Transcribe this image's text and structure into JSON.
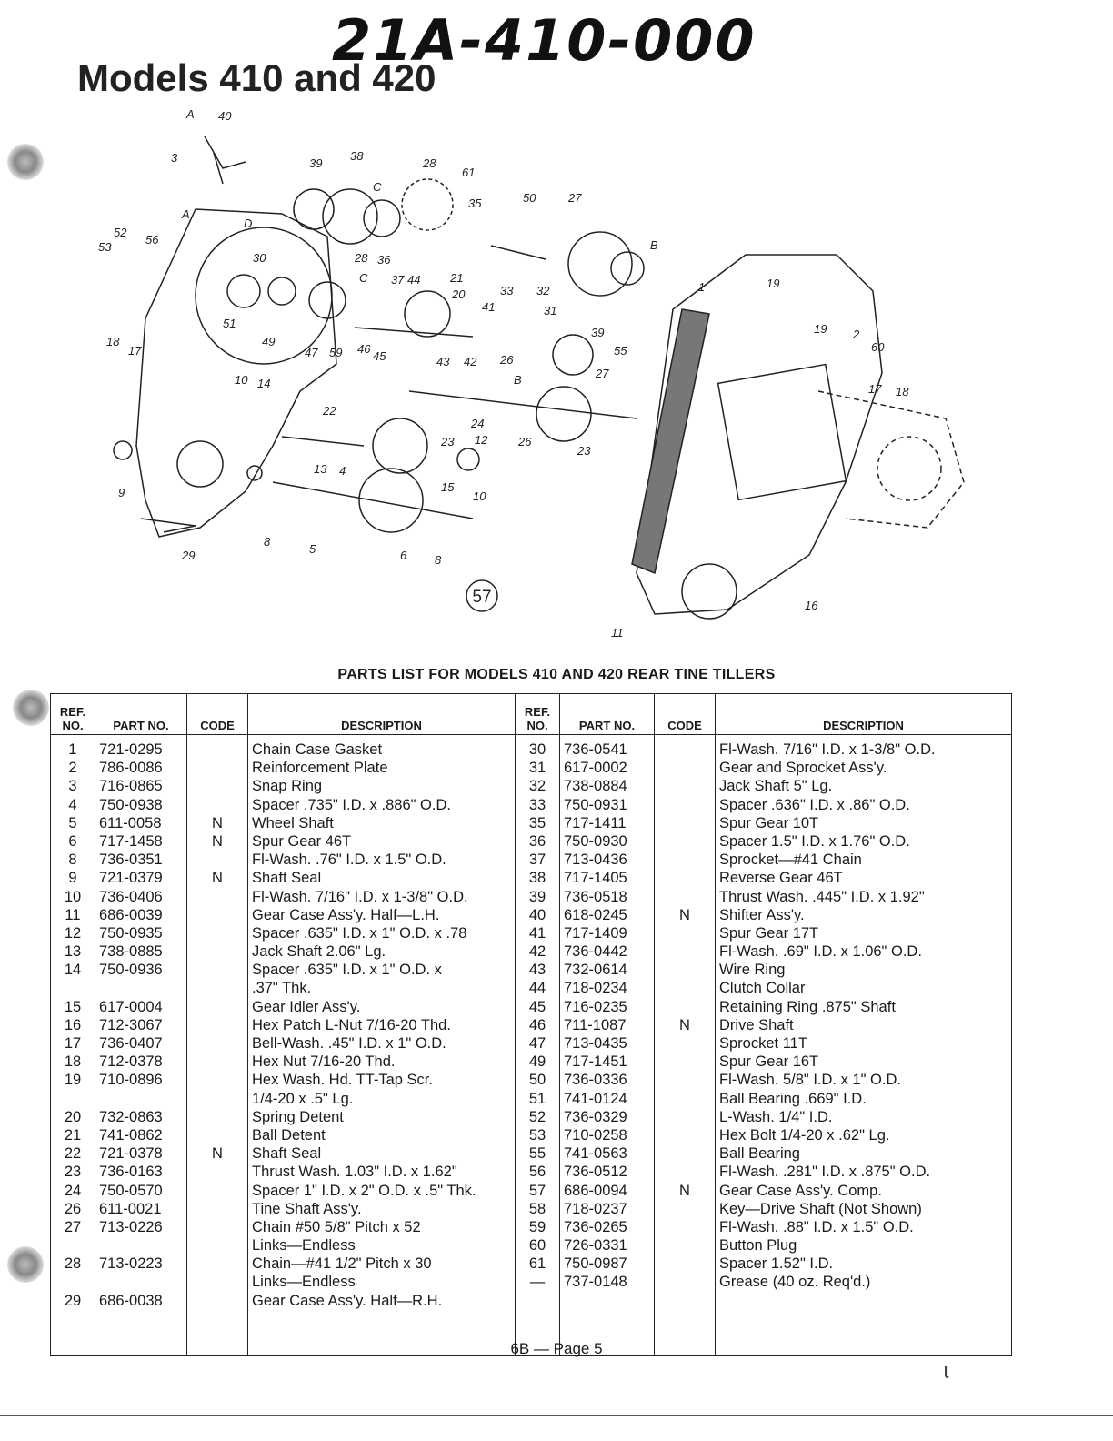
{
  "header": {
    "handwritten_number": "21A-410-000",
    "title": "Models 410 and 420"
  },
  "diagram": {
    "figure_number": "57",
    "callouts": [
      "A",
      "40",
      "3",
      "A",
      "39",
      "38",
      "C",
      "28",
      "61",
      "35",
      "50",
      "27",
      "B",
      "52",
      "56",
      "53",
      "D",
      "30",
      "28",
      "C",
      "36",
      "37",
      "44",
      "21",
      "20",
      "33",
      "32",
      "31",
      "19",
      "1",
      "2",
      "60",
      "19",
      "18",
      "17",
      "51",
      "49",
      "47",
      "59",
      "46",
      "45",
      "41",
      "42",
      "43",
      "39",
      "55",
      "26",
      "B",
      "27",
      "10",
      "14",
      "22",
      "24",
      "23",
      "12",
      "23",
      "26",
      "17",
      "18",
      "9",
      "13",
      "4",
      "15",
      "10",
      "29",
      "8",
      "5",
      "6",
      "8",
      "11",
      "16"
    ]
  },
  "parts_list": {
    "title": "PARTS LIST FOR MODELS 410 AND 420 REAR TINE TILLERS",
    "headers": {
      "ref": "REF. NO.",
      "part": "PART NO.",
      "code": "CODE",
      "desc": "DESCRIPTION"
    },
    "left": [
      {
        "ref": "1",
        "part": "721-0295",
        "code": "",
        "desc": [
          "Chain Case Gasket"
        ]
      },
      {
        "ref": "2",
        "part": "786-0086",
        "code": "",
        "desc": [
          "Reinforcement Plate"
        ]
      },
      {
        "ref": "3",
        "part": "716-0865",
        "code": "",
        "desc": [
          "Snap Ring"
        ]
      },
      {
        "ref": "4",
        "part": "750-0938",
        "code": "",
        "desc": [
          "Spacer .735\" I.D. x .886\" O.D."
        ]
      },
      {
        "ref": "5",
        "part": "611-0058",
        "code": "N",
        "desc": [
          "Wheel Shaft"
        ]
      },
      {
        "ref": "6",
        "part": "717-1458",
        "code": "N",
        "desc": [
          "Spur Gear 46T"
        ]
      },
      {
        "ref": "8",
        "part": "736-0351",
        "code": "",
        "desc": [
          "Fl-Wash. .76\" I.D. x 1.5\" O.D."
        ]
      },
      {
        "ref": "9",
        "part": "721-0379",
        "code": "N",
        "desc": [
          "Shaft Seal"
        ]
      },
      {
        "ref": "10",
        "part": "736-0406",
        "code": "",
        "desc": [
          "Fl-Wash. 7/16\" I.D. x 1-3/8\" O.D."
        ]
      },
      {
        "ref": "11",
        "part": "686-0039",
        "code": "",
        "desc": [
          "Gear Case Ass'y. Half—L.H."
        ]
      },
      {
        "ref": "12",
        "part": "750-0935",
        "code": "",
        "desc": [
          "Spacer .635\" I.D. x 1\" O.D. x .78"
        ]
      },
      {
        "ref": "13",
        "part": "738-0885",
        "code": "",
        "desc": [
          "Jack Shaft 2.06\" Lg."
        ]
      },
      {
        "ref": "14",
        "part": "750-0936",
        "code": "",
        "desc": [
          "Spacer .635\" I.D. x 1\" O.D. x",
          "    .37\" Thk."
        ]
      },
      {
        "ref": "15",
        "part": "617-0004",
        "code": "",
        "desc": [
          "Gear Idler Ass'y."
        ]
      },
      {
        "ref": "16",
        "part": "712-3067",
        "code": "",
        "desc": [
          "Hex Patch L-Nut 7/16-20 Thd."
        ]
      },
      {
        "ref": "17",
        "part": "736-0407",
        "code": "",
        "desc": [
          "Bell-Wash. .45\" I.D. x 1\" O.D."
        ]
      },
      {
        "ref": "18",
        "part": "712-0378",
        "code": "",
        "desc": [
          "Hex Nut 7/16-20 Thd."
        ]
      },
      {
        "ref": "19",
        "part": "710-0896",
        "code": "",
        "desc": [
          "Hex Wash. Hd. TT-Tap Scr.",
          "    1/4-20 x .5\" Lg."
        ]
      },
      {
        "ref": "20",
        "part": "732-0863",
        "code": "",
        "desc": [
          "Spring Detent"
        ]
      },
      {
        "ref": "21",
        "part": "741-0862",
        "code": "",
        "desc": [
          "Ball Detent"
        ]
      },
      {
        "ref": "22",
        "part": "721-0378",
        "code": "N",
        "desc": [
          "Shaft Seal"
        ]
      },
      {
        "ref": "23",
        "part": "736-0163",
        "code": "",
        "desc": [
          "Thrust Wash. 1.03\" I.D. x 1.62\""
        ]
      },
      {
        "ref": "24",
        "part": "750-0570",
        "code": "",
        "desc": [
          "Spacer 1\" I.D. x 2\" O.D. x .5\" Thk."
        ]
      },
      {
        "ref": "26",
        "part": "611-0021",
        "code": "",
        "desc": [
          "Tine Shaft Ass'y."
        ]
      },
      {
        "ref": "27",
        "part": "713-0226",
        "code": "",
        "desc": [
          "Chain #50 5/8\" Pitch x 52",
          "    Links—Endless"
        ]
      },
      {
        "ref": "28",
        "part": "713-0223",
        "code": "",
        "desc": [
          "Chain—#41 1/2\" Pitch x 30",
          "    Links—Endless"
        ]
      },
      {
        "ref": "29",
        "part": "686-0038",
        "code": "",
        "desc": [
          "Gear Case Ass'y. Half—R.H."
        ]
      }
    ],
    "right": [
      {
        "ref": "30",
        "part": "736-0541",
        "code": "",
        "desc": "Fl-Wash. 7/16\" I.D. x 1-3/8\" O.D."
      },
      {
        "ref": "31",
        "part": "617-0002",
        "code": "",
        "desc": "Gear and Sprocket Ass'y."
      },
      {
        "ref": "32",
        "part": "738-0884",
        "code": "",
        "desc": "Jack Shaft 5\" Lg."
      },
      {
        "ref": "33",
        "part": "750-0931",
        "code": "",
        "desc": "Spacer .636\" I.D. x .86\" O.D."
      },
      {
        "ref": "35",
        "part": "717-1411",
        "code": "",
        "desc": "Spur Gear 10T"
      },
      {
        "ref": "36",
        "part": "750-0930",
        "code": "",
        "desc": "Spacer 1.5\" I.D. x 1.76\" O.D."
      },
      {
        "ref": "37",
        "part": "713-0436",
        "code": "",
        "desc": "Sprocket—#41 Chain"
      },
      {
        "ref": "38",
        "part": "717-1405",
        "code": "",
        "desc": "Reverse Gear 46T"
      },
      {
        "ref": "39",
        "part": "736-0518",
        "code": "",
        "desc": "Thrust Wash. .445\" I.D. x 1.92\""
      },
      {
        "ref": "40",
        "part": "618-0245",
        "code": "N",
        "desc": "Shifter Ass'y."
      },
      {
        "ref": "41",
        "part": "717-1409",
        "code": "",
        "desc": "Spur Gear 17T"
      },
      {
        "ref": "42",
        "part": "736-0442",
        "code": "",
        "desc": "Fl-Wash. .69\" I.D. x 1.06\" O.D."
      },
      {
        "ref": "43",
        "part": "732-0614",
        "code": "",
        "desc": "Wire Ring"
      },
      {
        "ref": "44",
        "part": "718-0234",
        "code": "",
        "desc": "Clutch Collar"
      },
      {
        "ref": "45",
        "part": "716-0235",
        "code": "",
        "desc": "Retaining Ring .875\" Shaft"
      },
      {
        "ref": "46",
        "part": "711-1087",
        "code": "N",
        "desc": "Drive Shaft"
      },
      {
        "ref": "47",
        "part": "713-0435",
        "code": "",
        "desc": "Sprocket 11T"
      },
      {
        "ref": "49",
        "part": "717-1451",
        "code": "",
        "desc": "Spur Gear 16T"
      },
      {
        "ref": "50",
        "part": "736-0336",
        "code": "",
        "desc": "Fl-Wash. 5/8\" I.D. x 1\" O.D."
      },
      {
        "ref": "51",
        "part": "741-0124",
        "code": "",
        "desc": "Ball Bearing .669\" I.D."
      },
      {
        "ref": "52",
        "part": "736-0329",
        "code": "",
        "desc": "L-Wash. 1/4\" I.D."
      },
      {
        "ref": "53",
        "part": "710-0258",
        "code": "",
        "desc": "Hex Bolt 1/4-20 x .62\" Lg."
      },
      {
        "ref": "55",
        "part": "741-0563",
        "code": "",
        "desc": "Ball Bearing"
      },
      {
        "ref": "56",
        "part": "736-0512",
        "code": "",
        "desc": "Fl-Wash. .281\" I.D. x .875\" O.D."
      },
      {
        "ref": "57",
        "part": "686-0094",
        "code": "N",
        "desc": "Gear Case Ass'y. Comp."
      },
      {
        "ref": "58",
        "part": "718-0237",
        "code": "",
        "desc": "Key—Drive Shaft (Not Shown)"
      },
      {
        "ref": "59",
        "part": "736-0265",
        "code": "",
        "desc": "Fl-Wash. .88\" I.D. x 1.5\"  O.D."
      },
      {
        "ref": "60",
        "part": "726-0331",
        "code": "",
        "desc": "Button Plug"
      },
      {
        "ref": "61",
        "part": "750-0987",
        "code": "",
        "desc": "Spacer 1.52\" I.D."
      },
      {
        "ref": "—",
        "part": "737-0148",
        "code": "",
        "desc": "Grease (40 oz. Req'd.)"
      }
    ]
  },
  "footer": {
    "page_label": "6B — Page 5"
  }
}
